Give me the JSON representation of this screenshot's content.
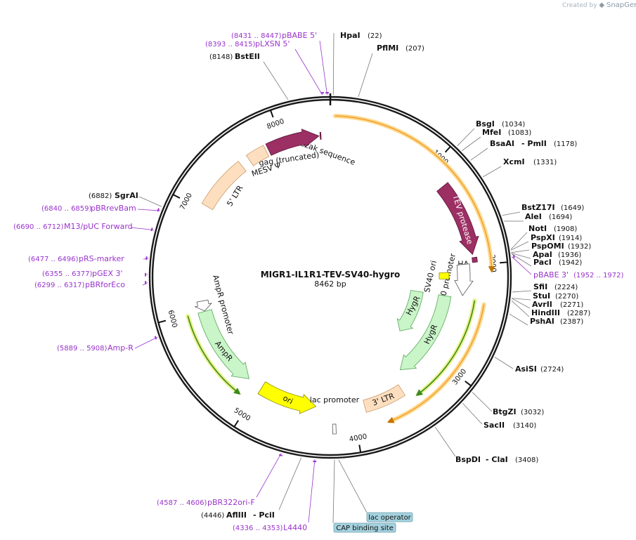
{
  "branding": {
    "created_by": "Created by",
    "app": "SnapGene"
  },
  "plasmid": {
    "name": "MIGR1-IL1R1-TEV-SV40-hygro",
    "size": "8462 bp",
    "length": 8462
  },
  "tick_labels": [
    "1000",
    "2000",
    "3000",
    "4000",
    "5000",
    "6000",
    "7000",
    "8000"
  ],
  "colors": {
    "feature_maroon": "#9c2f63",
    "feature_peach": "#fddfbf",
    "feature_green": "#c9f5c8",
    "feature_yellow": "#ffff00",
    "feature_white": "#ffffff",
    "primer": "#9933cc",
    "enzyme_line": "#777777",
    "orf_orange": "#f0a23a",
    "orf_green": "#3a8a1e",
    "badge_blue": "#a4d2df"
  },
  "features": [
    {
      "name": "Kozak sequence",
      "label": "Kozak sequence",
      "start": 8365,
      "end": 8374,
      "color": "maroon"
    },
    {
      "name": "gag (truncated)",
      "label": "gag (truncated)",
      "start": 7855,
      "end": 8355,
      "color": "maroon"
    },
    {
      "name": "MESV ψ",
      "label": "MESV Ψ",
      "start": 7650,
      "end": 7830,
      "color": "peach"
    },
    {
      "name": "5' LTR",
      "label": "5' LTR",
      "start": 7050,
      "end": 7560,
      "color": "peach"
    },
    {
      "name": "TEV protease",
      "label": "TEV protease",
      "start": 1200,
      "end": 1900,
      "color": "maroon"
    },
    {
      "name": "HA",
      "label": "HA",
      "start": 1930,
      "end": 1975,
      "color": "maroon"
    },
    {
      "name": "SV40 promoter",
      "label": "SV40 promoter",
      "start": 1985,
      "end": 2300,
      "color": "white"
    },
    {
      "name": "SV40 ori",
      "label": "SV40 ori",
      "start": 2060,
      "end": 2135,
      "color": "yellow"
    },
    {
      "name": "HygR",
      "label": "HygR",
      "start": 2330,
      "end": 3360,
      "color": "green"
    },
    {
      "name": "3' LTR",
      "label": "3' LTR",
      "start": 3470,
      "end": 3880,
      "color": "peach"
    },
    {
      "name": "ori",
      "label": "ori",
      "start": 4380,
      "end": 4980,
      "color": "yellow"
    },
    {
      "name": "AmpR",
      "label": "AmpR",
      "start": 5140,
      "end": 5990,
      "color": "green"
    },
    {
      "name": "AmpR promoter",
      "label": "AmpR promoter",
      "start": 5995,
      "end": 6100,
      "color": "white"
    },
    {
      "name": "lac promoter",
      "label": "lac promoter",
      "start": 4180,
      "end": 4210,
      "color": "white"
    }
  ],
  "enzymes": [
    {
      "name": "HpaI",
      "pos": 22,
      "poslabel": "(22)"
    },
    {
      "name": "PflMI",
      "pos": 207,
      "poslabel": "(207)"
    },
    {
      "name": "BsgI",
      "pos": 1034,
      "poslabel": "(1034)"
    },
    {
      "name": "MfeI",
      "pos": 1083,
      "poslabel": "(1083)"
    },
    {
      "name": "BsaAI",
      "name2": "PmlI",
      "pos": 1178,
      "poslabel": "(1178)"
    },
    {
      "name": "XcmI",
      "pos": 1331,
      "poslabel": "(1331)"
    },
    {
      "name": "BstZ17I",
      "pos": 1649,
      "poslabel": "(1649)"
    },
    {
      "name": "AleI",
      "pos": 1694,
      "poslabel": "(1694)"
    },
    {
      "name": "NotI",
      "pos": 1908,
      "poslabel": "(1908)"
    },
    {
      "name": "PspXI",
      "pos": 1914,
      "poslabel": "(1914)"
    },
    {
      "name": "PspOMI",
      "pos": 1932,
      "poslabel": "(1932)"
    },
    {
      "name": "ApaI",
      "pos": 1936,
      "poslabel": "(1936)"
    },
    {
      "name": "PacI",
      "pos": 1942,
      "poslabel": "(1942)"
    },
    {
      "name": "SfiI",
      "pos": 2224,
      "poslabel": "(2224)"
    },
    {
      "name": "StuI",
      "pos": 2270,
      "poslabel": "(2270)"
    },
    {
      "name": "AvrII",
      "pos": 2271,
      "poslabel": "(2271)"
    },
    {
      "name": "HindIII",
      "pos": 2287,
      "poslabel": "(2287)"
    },
    {
      "name": "PshAI",
      "pos": 2387,
      "poslabel": "(2387)"
    },
    {
      "name": "AsiSI",
      "pos": 2724,
      "poslabel": "(2724)"
    },
    {
      "name": "BtgZI",
      "pos": 3032,
      "poslabel": "(3032)"
    },
    {
      "name": "SacII",
      "pos": 3140,
      "poslabel": "(3140)"
    },
    {
      "name": "BspDI",
      "name2": "ClaI",
      "pos": 3408,
      "poslabel": "(3408)"
    },
    {
      "name": "AflIII",
      "name2": "PciI",
      "pos": 4446,
      "poslabel": "(4446)"
    },
    {
      "name": "SgrAI",
      "pos": 6882,
      "poslabel": "(6882)"
    },
    {
      "name": "BstEII",
      "pos": 8148,
      "poslabel": "(8148)"
    }
  ],
  "primers": [
    {
      "name": "pBABE 5'",
      "range": "(8431 .. 8447)"
    },
    {
      "name": "pLXSN 5'",
      "range": "(8393 .. 8415)"
    },
    {
      "name": "pBRrevBam",
      "range": "(6840 .. 6859)"
    },
    {
      "name": "M13/pUC Forward",
      "range": "(6690 .. 6712)"
    },
    {
      "name": "pRS-marker",
      "range": "(6477 .. 6496)"
    },
    {
      "name": "pGEX 3'",
      "range": "(6355 .. 6377)"
    },
    {
      "name": "pBRforEco",
      "range": "(6299 .. 6317)"
    },
    {
      "name": "Amp-R",
      "range": "(5889 .. 5908)"
    },
    {
      "name": "pBABE 3'",
      "range": "(1952 .. 1972)"
    },
    {
      "name": "pBR322ori-F",
      "range": "(4587 .. 4606)"
    },
    {
      "name": "L4440",
      "range": "(4336 .. 4353)"
    }
  ],
  "badges": [
    {
      "name": "lac operator"
    },
    {
      "name": "CAP binding site"
    }
  ]
}
